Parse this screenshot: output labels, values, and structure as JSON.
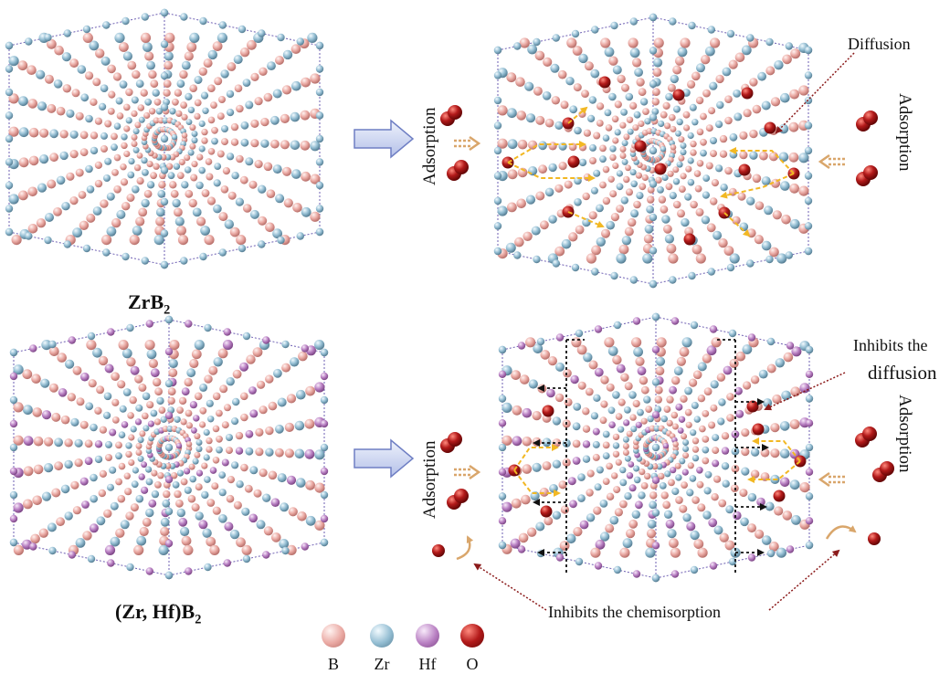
{
  "captions": {
    "top": {
      "text": "ZrB",
      "sub": "2"
    },
    "bottom": {
      "text": "(Zr, Hf)B",
      "sub": "2"
    }
  },
  "labels": {
    "adsorption": "Adsorption",
    "diffusion": "Diffusion",
    "inhibits_diffusion_1": "Inhibits the",
    "inhibits_diffusion_2": "diffusion",
    "inhibits_chemisorption": "Inhibits the chemisorption"
  },
  "legend": [
    {
      "symbol": "B",
      "color": "#e9a6a0"
    },
    {
      "symbol": "Zr",
      "color": "#8fb9cf"
    },
    {
      "symbol": "Hf",
      "color": "#b67cc0"
    },
    {
      "symbol": "O",
      "color": "#a81818"
    }
  ],
  "colors": {
    "boron": "#e9a6a0",
    "zirconium": "#8fb9cf",
    "hafnium": "#b67cc0",
    "oxygen": "#a81818",
    "diffusion_path": "#f2b824",
    "cell_edge": "#6e5fb3",
    "arrow_fill": "#cdd6f2",
    "adsorption_arrow": "#e8c9a6"
  }
}
